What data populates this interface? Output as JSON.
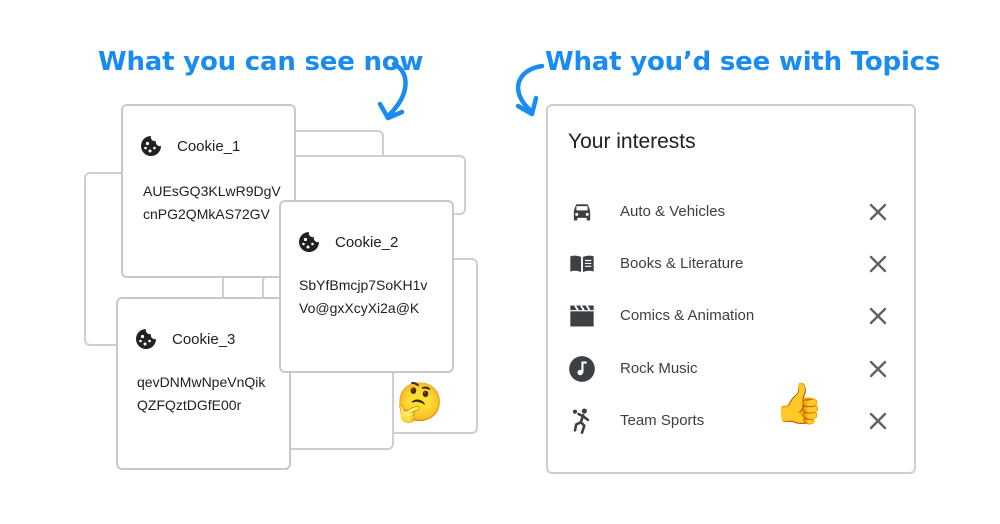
{
  "headings": {
    "left": "What you can see now",
    "right": "What you’d see with Topics"
  },
  "cookies": [
    {
      "title": "Cookie_1",
      "line1": "AUEsGQ3KLwR9DgV",
      "line2": "cnPG2QMkAS72GV",
      "icon": "cookie-icon"
    },
    {
      "title": "Cookie_2",
      "line1": "SbYfBmcjp7SoKH1v",
      "line2": "Vo@gxXcyXi2a@K",
      "icon": "cookie-icon"
    },
    {
      "title": "Cookie_3",
      "line1": "qevDNMwNpeVnQik",
      "line2": "QZFQztDGfE00r",
      "icon": "cookie-icon"
    }
  ],
  "emojis": {
    "thinking": "🤔",
    "thumbs_up": "👍"
  },
  "panel": {
    "title": "Your interests",
    "items": [
      {
        "label": "Auto & Vehicles",
        "icon": "car-icon"
      },
      {
        "label": "Books & Literature",
        "icon": "book-icon"
      },
      {
        "label": "Comics & Animation",
        "icon": "clapperboard-icon"
      },
      {
        "label": "Rock Music",
        "icon": "music-note-icon"
      },
      {
        "label": "Team Sports",
        "icon": "volleyball-player-icon"
      }
    ]
  },
  "colors": {
    "heading": "#1a8bf0",
    "border": "#cfcfcf",
    "text": "#202124"
  }
}
